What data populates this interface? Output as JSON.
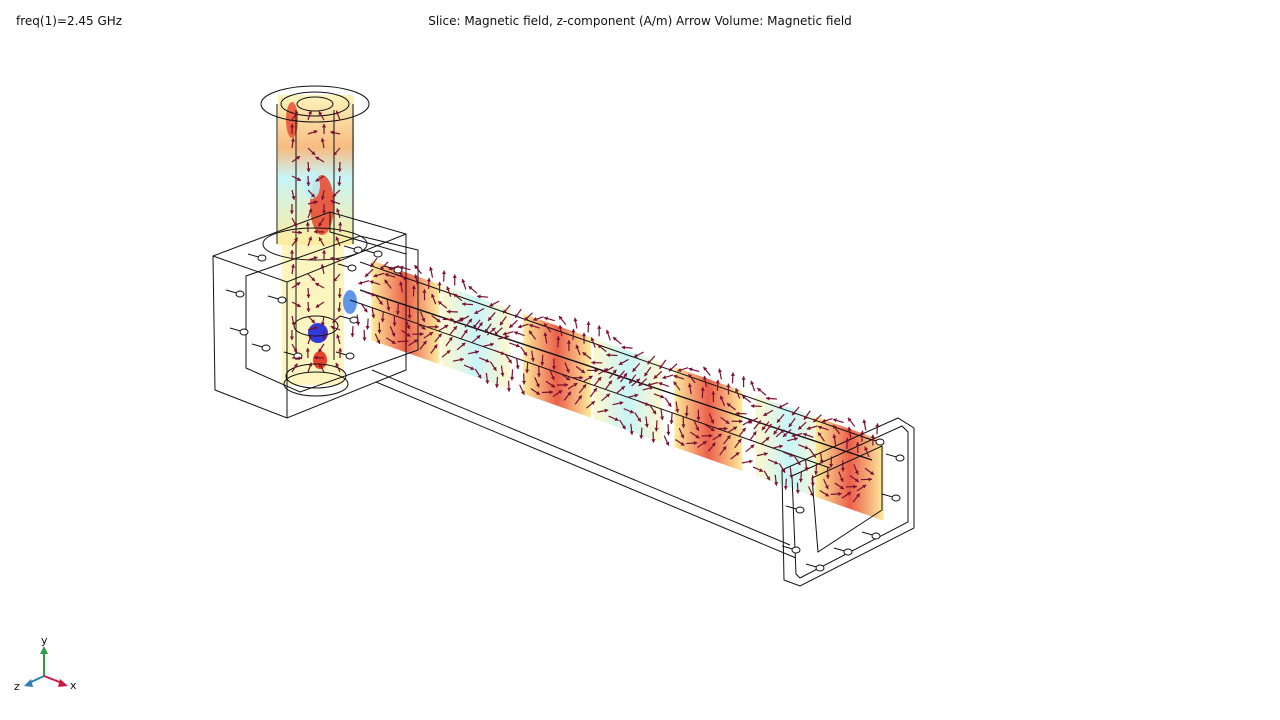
{
  "header": {
    "parameter_label": "freq(1)=2.45 GHz",
    "plot_title": "Slice: Magnetic field, z-component (A/m)  Arrow Volume: Magnetic field"
  },
  "axes": {
    "x_label": "x",
    "y_label": "y",
    "z_label": "z"
  },
  "colors": {
    "background": "#ffffff",
    "edges": "#111111",
    "arrows": "#7a1034",
    "slice_high": "#e8432a",
    "slice_mid": "#fde98c",
    "slice_low": "#bff3f7",
    "slice_min": "#2f3bd8",
    "axis_x": "#d0153f",
    "axis_y": "#2e9c3e",
    "axis_z": "#2a7fb8"
  }
}
